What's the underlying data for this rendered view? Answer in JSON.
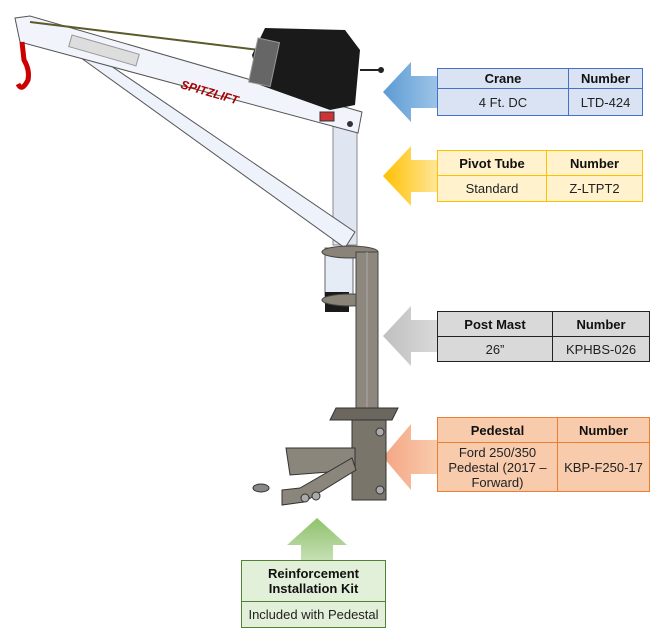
{
  "crane": {
    "header": "Crane",
    "number_header": "Number",
    "value": "4 Ft. DC",
    "number": "LTD-424",
    "color": "#4472c4"
  },
  "pivot_tube": {
    "header": "Pivot Tube",
    "number_header": "Number",
    "value": "Standard",
    "number": "Z-LTPT2",
    "color": "#ffc000"
  },
  "post_mast": {
    "header": "Post Mast",
    "number_header": "Number",
    "value": "26”",
    "number": "KPHBS-026",
    "color": "#a6a6a6"
  },
  "pedestal": {
    "header": "Pedestal",
    "number_header": "Number",
    "value": "Ford 250/350 Pedestal (2017 – Forward)",
    "number": "KBP-F250-17",
    "color": "#ed7d31"
  },
  "reinforcement": {
    "header": "Reinforcement Installation Kit",
    "value": "Included with Pedestal",
    "color": "#70ad47"
  },
  "logo": "SPITZLIFT"
}
